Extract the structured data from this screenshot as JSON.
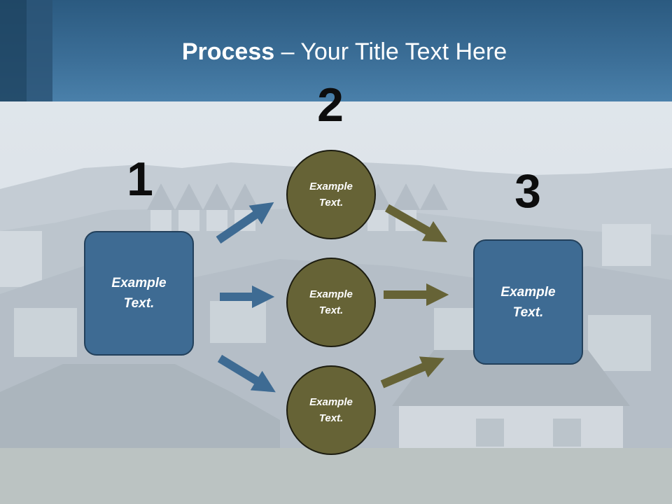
{
  "title": {
    "bold": "Process",
    "rest": " – Your Title Text Here"
  },
  "steps": [
    {
      "number": "1",
      "text": "Example\nText."
    },
    {
      "number": "2",
      "text": "Example\nText."
    },
    {
      "number": "3",
      "text": "Example\nText."
    }
  ],
  "circles": [
    {
      "text": "Example\nText."
    },
    {
      "text": "Example\nText."
    },
    {
      "text": "Example\nText."
    }
  ],
  "colors": {
    "header": "#3c6f98",
    "box_fill": "#3e6b93",
    "box_border": "#22405b",
    "circle_fill": "#666336",
    "arrow_blue": "#3e6b93",
    "arrow_olive": "#666336"
  }
}
